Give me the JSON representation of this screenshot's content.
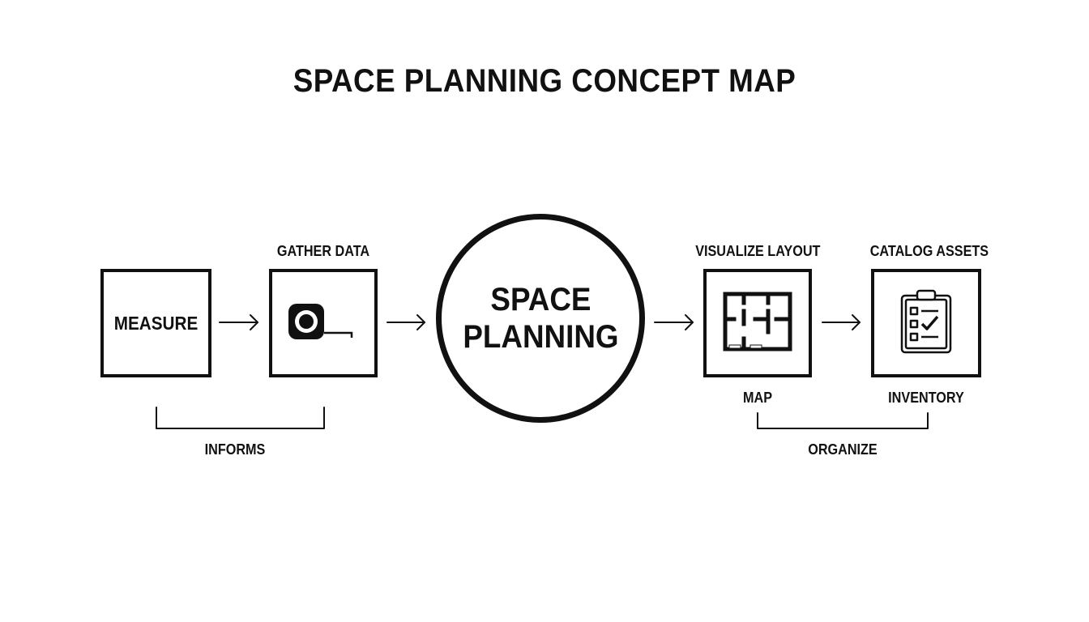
{
  "title": "SPACE PLANNING CONCEPT MAP",
  "nodes": {
    "measure": "MEASURE",
    "gather_data": "GATHER DATA",
    "center_line1": "SPACE",
    "center_line2": "PLANNING",
    "visualize_layout": "VISUALIZE LAYOUT",
    "map": "MAP",
    "catalog_assets": "CATALOG ASSETS",
    "inventory": "INVENTORY"
  },
  "relations": {
    "informs": "INFORMS",
    "organize": "ORGANIZE"
  },
  "icons": {
    "gather": "tape-measure-icon",
    "layout": "floor-plan-icon",
    "catalog": "clipboard-checklist-icon"
  }
}
